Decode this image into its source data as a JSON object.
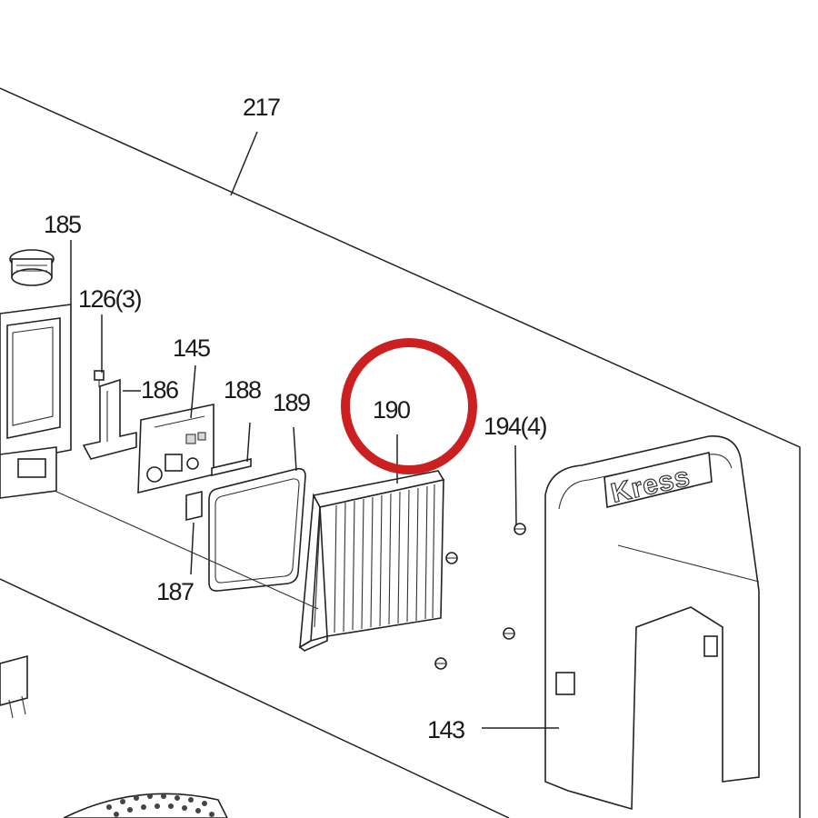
{
  "callouts": {
    "c217": "217",
    "c185": "185",
    "c126": "126(3)",
    "c145": "145",
    "c186": "186",
    "c188": "188",
    "c189": "189",
    "c190": "190",
    "c194": "194(4)",
    "c187": "187",
    "c143": "143"
  },
  "brand": {
    "logo_text": "Kress"
  },
  "highlight": {
    "target": "190",
    "color": "#cc1f1f"
  }
}
